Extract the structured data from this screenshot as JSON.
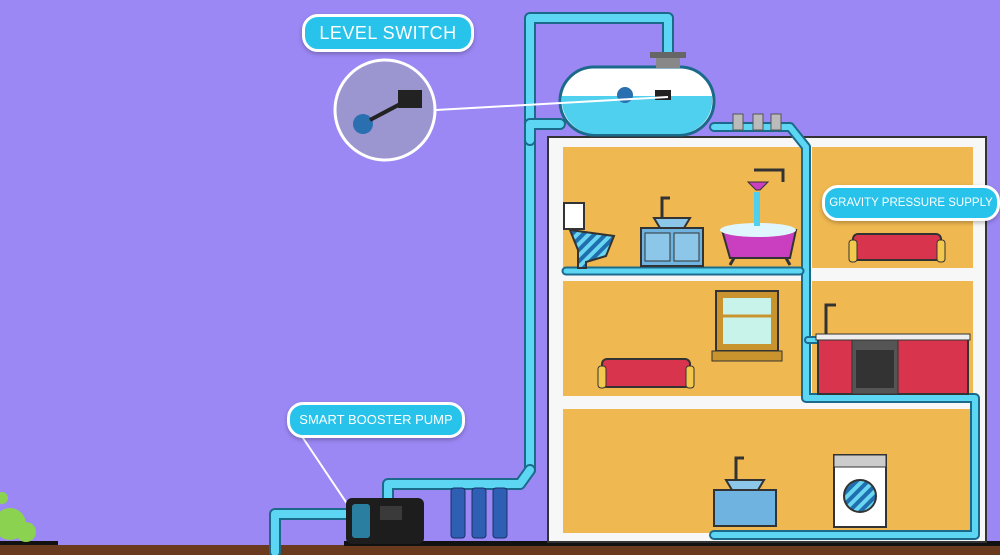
{
  "labels": {
    "level_switch": "LEVEL SWITCH",
    "smart_booster_pump": "SMART BOOSTER PUMP",
    "gravity_pressure_supply": "GRAVITY PRESSURE SUPPLY"
  },
  "colors": {
    "background": "#9b88f4",
    "pipe": "#5cd6f2",
    "pipe_outline": "#1b6a8c",
    "callout": "#27c3ea",
    "house_wall": "#f0b850",
    "sofa": "#d8344d",
    "filter": "#2f5fb3",
    "ground": "#6a3a1e"
  }
}
